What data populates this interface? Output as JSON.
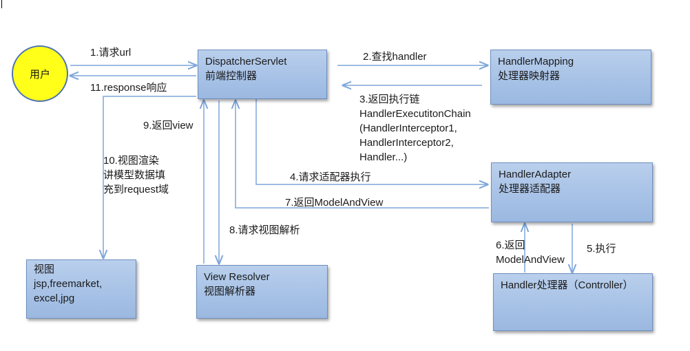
{
  "user": {
    "label": "用户"
  },
  "boxes": {
    "dispatcher": [
      "DispatcherServlet",
      "前端控制器"
    ],
    "mapping": [
      "HandlerMapping",
      "处理器映射器"
    ],
    "adapter": [
      "HandlerAdapter",
      "处理器适配器"
    ],
    "handler": [
      "Handler处理器（Controller）"
    ],
    "resolver": [
      "View Resolver",
      "视图解析器"
    ],
    "view": [
      "视图",
      "jsp,freemarket,",
      "excel,jpg"
    ]
  },
  "labels": {
    "step1": "1.请求url",
    "step11": "11.response响应",
    "step2": "2.查找handler",
    "step3": [
      "3.返回执行链",
      "HandlerExecutitonChain",
      "(HandlerInterceptor1,",
      "HandlerInterceptor2,",
      "Handler...)"
    ],
    "step4": "4.请求适配器执行",
    "step5": "5.执行",
    "step6": [
      "6.返回",
      "ModelAndView"
    ],
    "step7": "7.返回ModelAndView",
    "step8": "8.请求视图解析",
    "step9": "9.返回view",
    "step10": [
      "10.视图渲染",
      "讲模型数据填",
      "充到request域"
    ]
  },
  "colors": {
    "arrow": "#7ea6da",
    "box_fill": "#a6c1e6",
    "user_fill": "#ffff1a"
  }
}
